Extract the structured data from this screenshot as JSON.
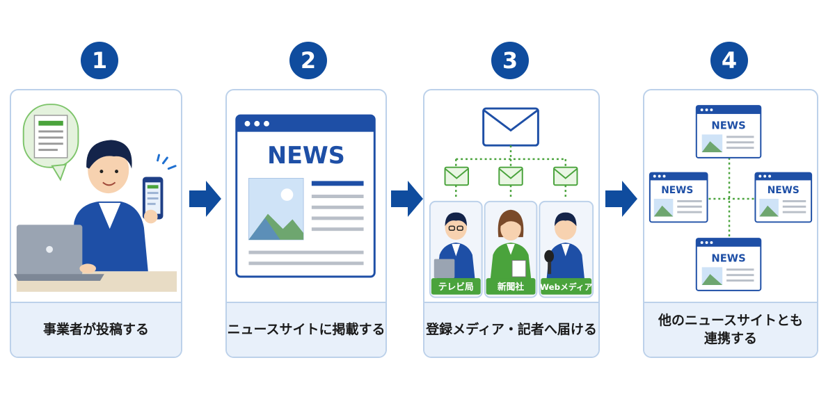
{
  "steps": [
    {
      "number": "1",
      "caption": "事業者が投稿する"
    },
    {
      "number": "2",
      "caption": "ニュースサイトに掲載する"
    },
    {
      "number": "3",
      "caption": "登録メディア・記者へ届ける"
    },
    {
      "number": "4",
      "caption_line1": "他のニュースサイトとも",
      "caption_line2": "連携する"
    }
  ],
  "news_label": "NEWS",
  "media": [
    {
      "label": "テレビ局"
    },
    {
      "label": "新聞社"
    },
    {
      "label": "Webメディア"
    }
  ],
  "colors": {
    "primary": "#0f4c9e",
    "green": "#4aa33c",
    "card_border": "#bcd1ea",
    "caption_bg": "#e8f0fa"
  }
}
